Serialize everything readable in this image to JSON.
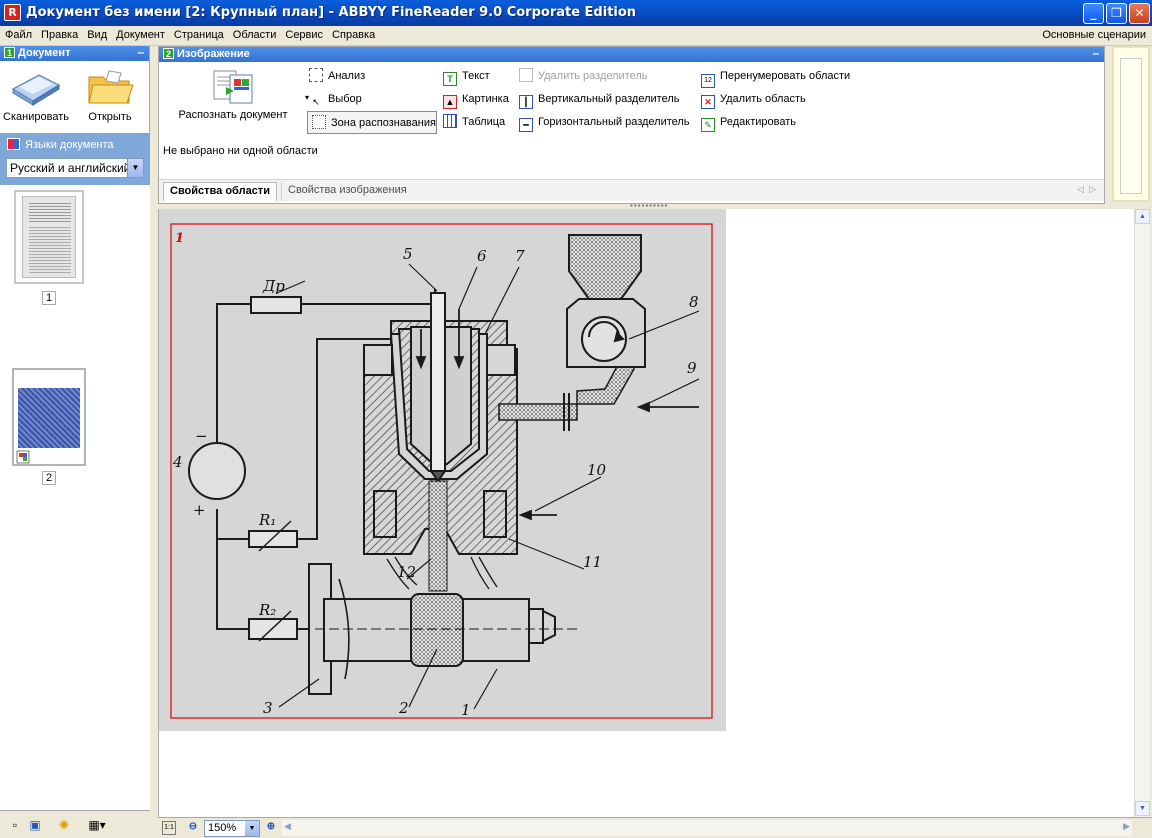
{
  "window": {
    "title": "Документ без имени [2: Крупный план] - ABBYY FineReader 9.0 Corporate Edition",
    "app_icon": "abbyy-logo-icon",
    "minimize": "_",
    "maximize": "❐",
    "close": "✕"
  },
  "menu": {
    "items": [
      "Файл",
      "Правка",
      "Вид",
      "Документ",
      "Страница",
      "Области",
      "Сервис",
      "Справка"
    ],
    "right": "Основные сценарии"
  },
  "document_panel": {
    "number": "1",
    "title": "Документ",
    "scan_label": "Сканировать",
    "open_label": "Открыть",
    "languages_label": "Языки документа",
    "language_value": "Русский и английский",
    "pages": [
      "1",
      "2"
    ]
  },
  "image_panel": {
    "number": "2",
    "title": "Изображение",
    "recognize_label": "Распознать документ",
    "tools_col1": [
      "Анализ",
      "Выбор",
      "Зона распознавания"
    ],
    "tools_col2": [
      "Текст",
      "Картинка",
      "Таблица"
    ],
    "tools_col3": [
      "Удалить разделитель",
      "Вертикальный разделитель",
      "Горизонтальный разделитель"
    ],
    "tools_col4": [
      "Перенумеровать области",
      "Удалить область",
      "Редактировать"
    ],
    "status": "Не выбрано ни одной области",
    "tab_active": "Свойства области",
    "tab_inactive": "Свойства изображения"
  },
  "image_view": {
    "area_number": "1",
    "labels": [
      "5",
      "6",
      "7",
      "8",
      "9",
      "10",
      "11",
      "12",
      "4",
      "3",
      "2",
      "1",
      "Др",
      "R₁",
      "R₂",
      "−",
      "+"
    ]
  },
  "bottom": {
    "zoom": "150%",
    "fit_label": "1:1"
  },
  "colors": {
    "title_bar": "#0a4fc8",
    "panel_head": "#3572d3",
    "badge": "#2ea52a",
    "area_border": "#e00000"
  }
}
